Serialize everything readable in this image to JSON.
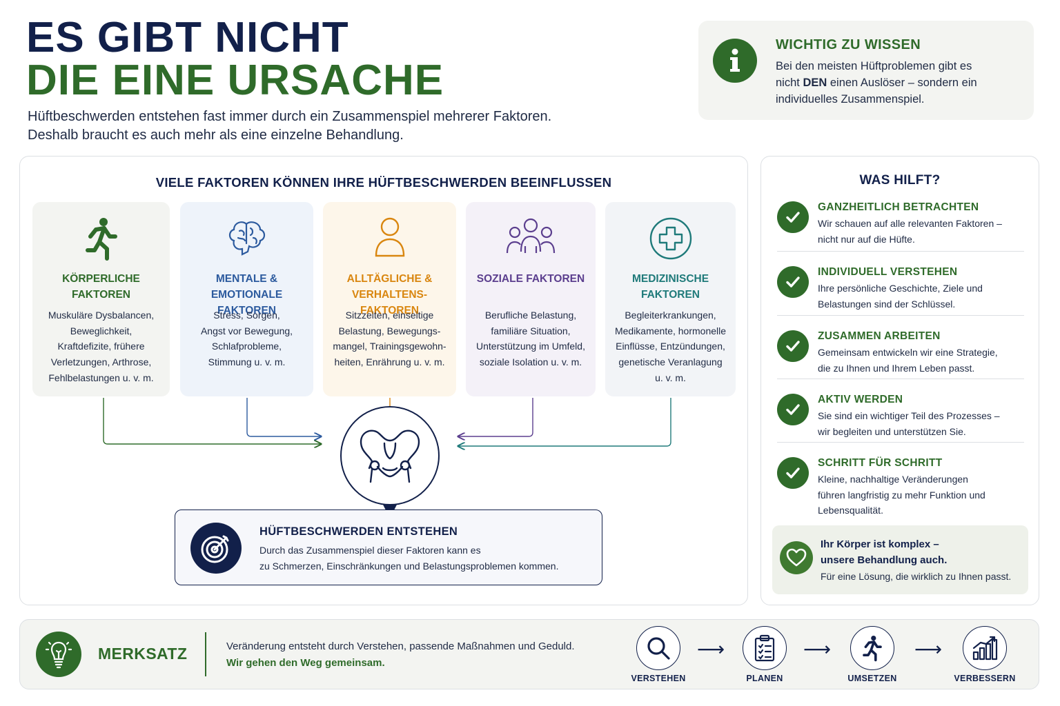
{
  "header": {
    "title_line1": "ES GIBT NICHT",
    "title_line2": "DIE EINE URSACHE",
    "intro_line1": "Hüftbeschwerden entstehen fast immer durch ein Zusammenspiel mehrerer Faktoren.",
    "intro_line2": "Deshalb braucht es auch mehr als eine einzelne Behandlung."
  },
  "info": {
    "icon": "info-icon",
    "title": "WICHTIG ZU WISSEN",
    "text_line1": "Bei den meisten Hüftproblemen gibt es",
    "text_line2_prefix": "nicht ",
    "text_line2_bold": "DEN",
    "text_line2_suffix": " einen Auslöser – sondern ein",
    "text_line3": "individuelles Zusammenspiel."
  },
  "factors": {
    "heading": "VIELE FAKTOREN KÖNNEN IHRE HÜFTBESCHWERDEN BEEINFLUSSEN",
    "cards": [
      {
        "icon": "running-person-icon",
        "title_line1": "KÖRPERLICHE",
        "title_line2": "FAKTOREN",
        "text": [
          "Muskuläre Dysbalancen,",
          "Beweglichkeit,",
          "Kraftdefizite, frühere",
          "Verletzungen, Arthrose,",
          "Fehlbelastungen u. v. m."
        ],
        "color": "#2f6b2a",
        "bg": "#f3f4f1"
      },
      {
        "icon": "brain-icon",
        "title_line1": "MENTALE &",
        "title_line2": "EMOTIONALE FAKTOREN",
        "text": [
          "Stress, Sorgen,",
          "Angst vor Bewegung,",
          "Schlafprobleme,",
          "Stimmung u. v. m."
        ],
        "color": "#2c5a9e",
        "bg": "#eef3fa"
      },
      {
        "icon": "person-icon",
        "title_line1": "ALLTÄGLICHE &",
        "title_line2": "VERHALTENS-FAKTOREN",
        "text": [
          "Sitzzeiten, einseitige",
          "Belastung, Bewegungs-",
          "mangel, Trainingsgewohn-",
          "heiten, Enrährung u. v. m."
        ],
        "color": "#d9860f",
        "bg": "#fdf6ea"
      },
      {
        "icon": "group-icon",
        "title_line1": "SOZIALE FAKTOREN",
        "title_line2": "",
        "text": [
          "Berufliche Belastung,",
          "familiäre Situation,",
          "Unterstützung im Umfeld,",
          "soziale Isolation u. v. m."
        ],
        "color": "#5b3e8e",
        "bg": "#f4f1f8"
      },
      {
        "icon": "medical-cross-icon",
        "title_line1": "MEDIZINISCHE",
        "title_line2": "FAKTOREN",
        "text": [
          "Begleiterkrankungen,",
          "Medikamente, hormonelle",
          "Einflüsse, Entzündungen,",
          "genetische Veranlagung",
          "u. v. m."
        ],
        "color": "#1f7a7a",
        "bg": "#f2f4f7"
      }
    ],
    "hub_icon": "pelvis-icon"
  },
  "outcome": {
    "icon": "target-icon",
    "title": "HÜFTBESCHWERDEN ENTSTEHEN",
    "text_line1": "Durch das Zusammenspiel dieser Faktoren kann es",
    "text_line2": "zu Schmerzen, Einschränkungen und Belastungsproblemen kommen."
  },
  "help": {
    "heading": "WAS HILFT?",
    "items": [
      {
        "icon": "check-icon",
        "title": "GANZHEITLICH BETRACHTEN",
        "text": [
          "Wir schauen auf alle relevanten Faktoren –",
          "nicht nur auf die Hüfte."
        ]
      },
      {
        "icon": "check-icon",
        "title": "INDIVIDUELL VERSTEHEN",
        "text": [
          "Ihre persönliche Geschichte, Ziele und",
          "Belastungen sind der Schlüssel."
        ]
      },
      {
        "icon": "check-icon",
        "title": "ZUSAMMEN ARBEITEN",
        "text": [
          "Gemeinsam entwickeln wir eine Strategie,",
          "die zu Ihnen und Ihrem Leben passt."
        ]
      },
      {
        "icon": "check-icon",
        "title": "AKTIV WERDEN",
        "text": [
          "Sie sind ein wichtiger Teil des Prozesses –",
          "wir begleiten und unterstützen Sie."
        ]
      },
      {
        "icon": "check-icon",
        "title": "SCHRITT FÜR SCHRITT",
        "text": [
          "Kleine, nachhaltige Veränderungen",
          "führen langfristig zu mehr Funktion und",
          "Lebensqualität."
        ]
      }
    ],
    "callout": {
      "icon": "heart-icon",
      "line1": "Ihr Körper ist komplex –",
      "line2": "unsere Behandlung auch.",
      "line3": "Für eine Lösung, die wirklich zu Ihnen passt."
    }
  },
  "footer": {
    "icon": "lightbulb-icon",
    "label": "MERKSATZ",
    "text_line1": "Veränderung entsteht durch Verstehen, passende Maßnahmen und Geduld.",
    "text_line2": "Wir gehen den Weg gemeinsam.",
    "steps": [
      {
        "icon": "magnifier-icon",
        "label": "VERSTEHEN"
      },
      {
        "icon": "clipboard-icon",
        "label": "PLANEN"
      },
      {
        "icon": "running-person-icon",
        "label": "UMSETZEN"
      },
      {
        "icon": "growth-chart-icon",
        "label": "VERBESSERN"
      }
    ]
  }
}
